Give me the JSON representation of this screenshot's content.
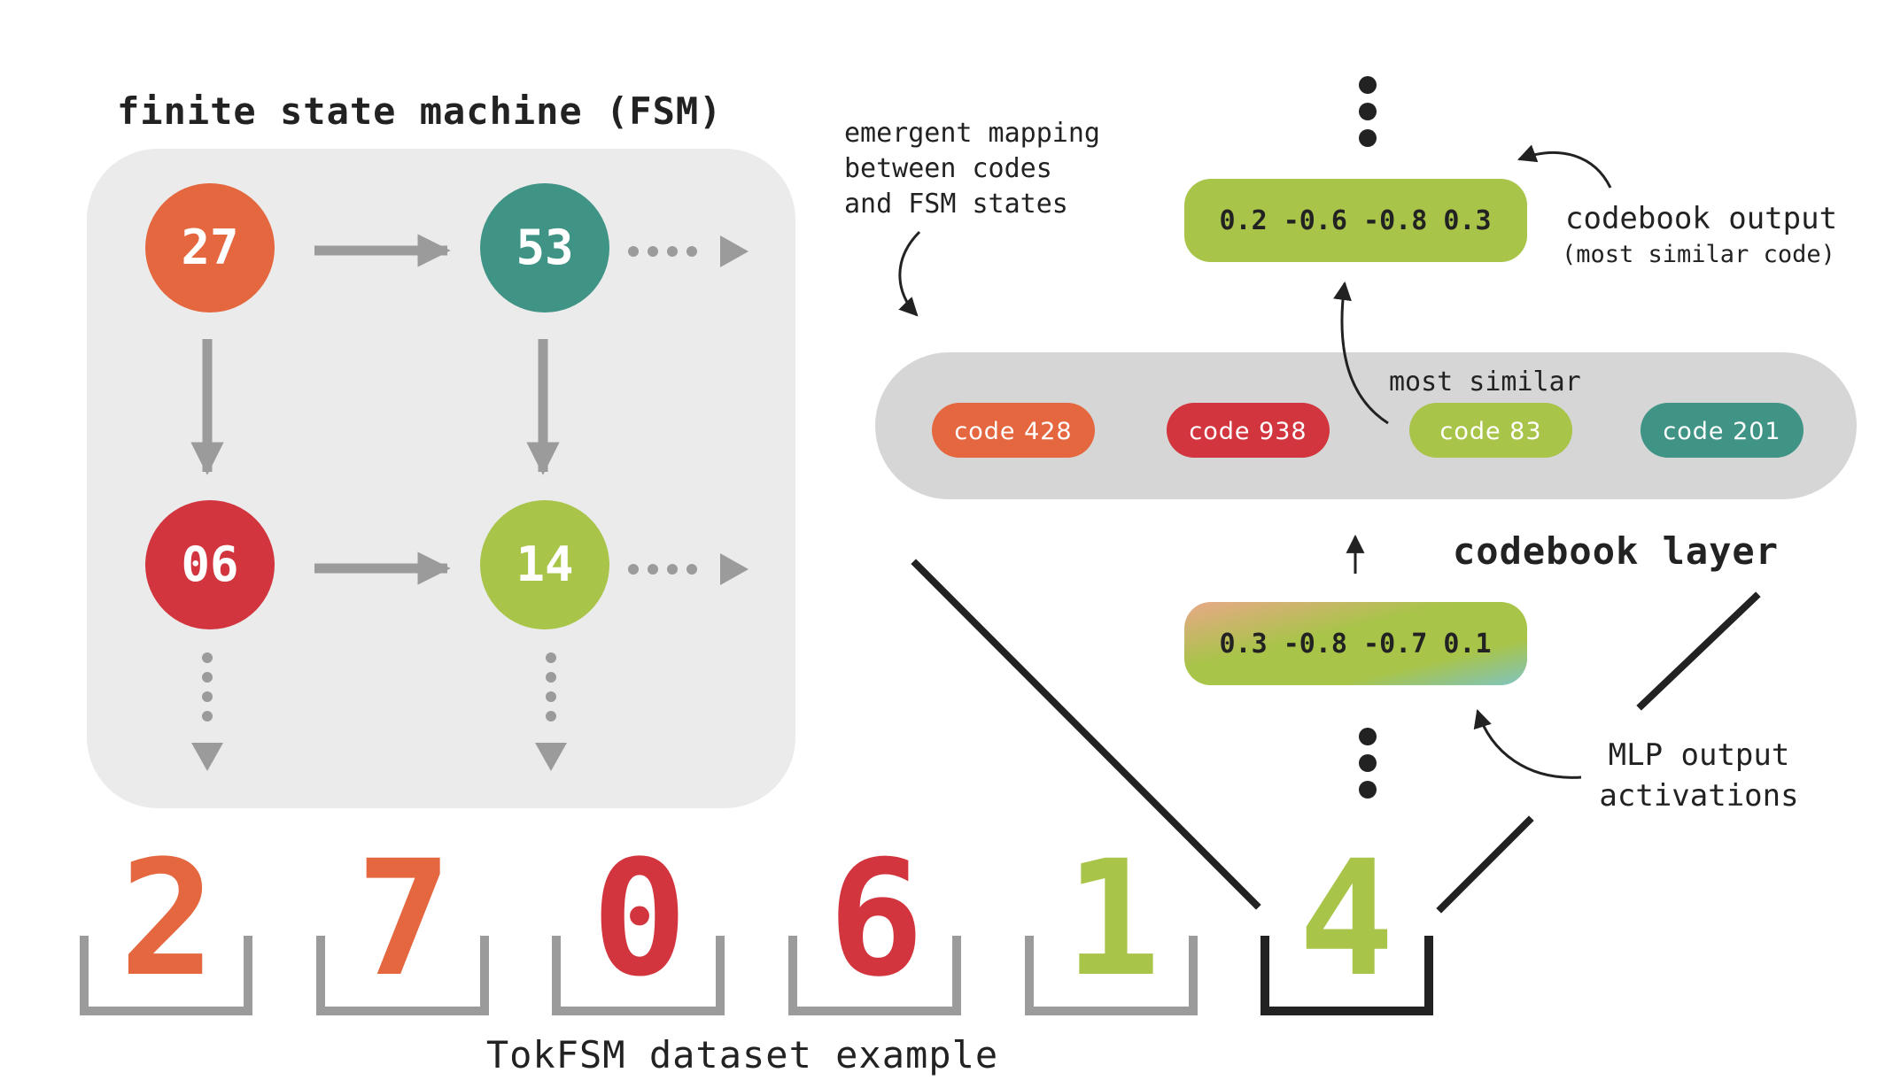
{
  "colors": {
    "orange": "#e4673f",
    "teal": "#3f9485",
    "red": "#d2353e",
    "green": "#a8c449",
    "gray_arrow": "#9b9b9b",
    "panel": "#ebebeb",
    "pill": "#d6d6d6",
    "dark": "#222222"
  },
  "fsm": {
    "title": "finite state machine (FSM)",
    "states": [
      {
        "label": "27",
        "color": "orange"
      },
      {
        "label": "53",
        "color": "teal"
      },
      {
        "label": "06",
        "color": "red"
      },
      {
        "label": "14",
        "color": "green"
      }
    ]
  },
  "mapping_note": {
    "lines": [
      "emergent mapping",
      "between codes",
      "and FSM states"
    ]
  },
  "codebook": {
    "output_vector": "0.2 -0.6 -0.8 0.3",
    "output_label": "codebook output",
    "output_sublabel": "(most similar code)",
    "most_similar_label": "most similar",
    "codes": [
      {
        "label": "code 428",
        "color": "orange"
      },
      {
        "label": "code 938",
        "color": "red"
      },
      {
        "label": "code 83",
        "color": "green"
      },
      {
        "label": "code 201",
        "color": "teal"
      }
    ],
    "layer_label": "codebook layer",
    "mlp_vector": "0.3 -0.8 -0.7 0.1",
    "mlp_label_lines": [
      "MLP output",
      "activations"
    ]
  },
  "dataset": {
    "tokens": [
      {
        "char": "2",
        "color": "orange"
      },
      {
        "char": "7",
        "color": "orange"
      },
      {
        "char": "0",
        "color": "red"
      },
      {
        "char": "6",
        "color": "red"
      },
      {
        "char": "1",
        "color": "green"
      },
      {
        "char": "4",
        "color": "green"
      }
    ],
    "caption": "TokFSM dataset example"
  }
}
